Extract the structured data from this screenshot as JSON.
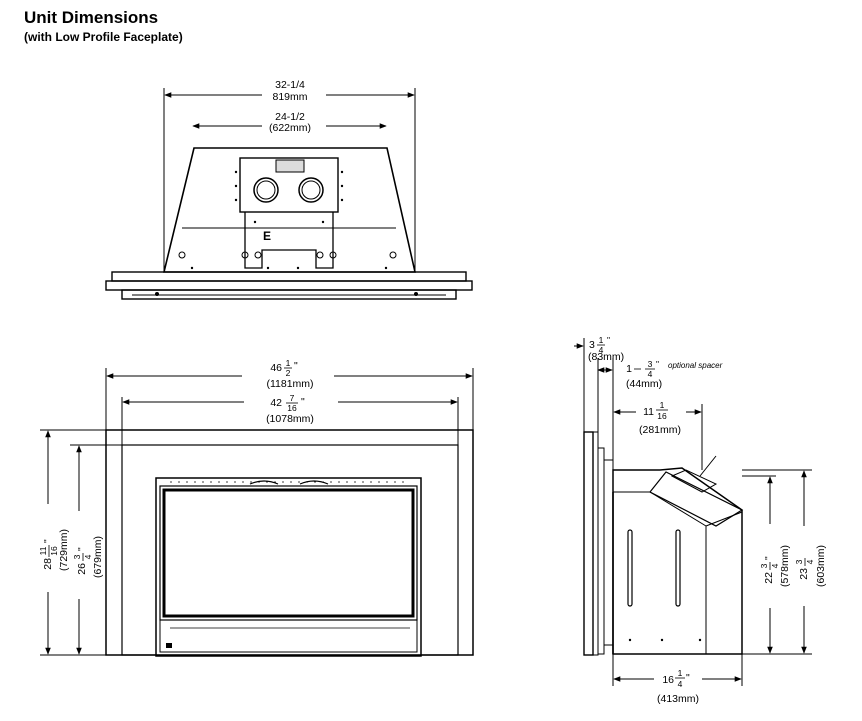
{
  "header": {
    "title": "Unit Dimensions",
    "subtitle": "(with Low Profile Faceplate)"
  },
  "top_view": {
    "overall_width_in": "32-1/4",
    "overall_width_mm": "819mm",
    "inner_width_in": "24-1/2",
    "inner_width_mm": "(622mm)",
    "badge_letter": "E"
  },
  "front_view": {
    "width_whole": "46",
    "width_num": "1",
    "width_den": "2",
    "width_mm": "(1181mm)",
    "inner_width_whole": "42",
    "inner_width_num": "7",
    "inner_width_den": "16",
    "inner_width_mm": "(1078mm)",
    "height_whole": "28",
    "height_num": "11",
    "height_den": "16",
    "height_mm": "(729mm)",
    "inner_height_whole": "26",
    "inner_height_num": "3",
    "inner_height_den": "4",
    "inner_height_mm": "(679mm)",
    "inch_mark": "\""
  },
  "side_view": {
    "top_whole": "3",
    "top_num": "1",
    "top_den": "4",
    "top_mm": "(83mm)",
    "spacer_whole": "1",
    "spacer_num": "3",
    "spacer_den": "4",
    "spacer_mm": "(44mm)",
    "spacer_note": "optional spacer",
    "depth_whole": "11",
    "depth_num": "1",
    "depth_den": "16",
    "depth_mm": "(281mm)",
    "h1_whole": "22",
    "h1_num": "3",
    "h1_den": "4",
    "h1_mm": "(578mm)",
    "h2_whole": "23",
    "h2_num": "3",
    "h2_den": "4",
    "h2_mm": "(603mm)",
    "base_whole": "16",
    "base_num": "1",
    "base_den": "4",
    "base_mm": "(413mm)"
  }
}
